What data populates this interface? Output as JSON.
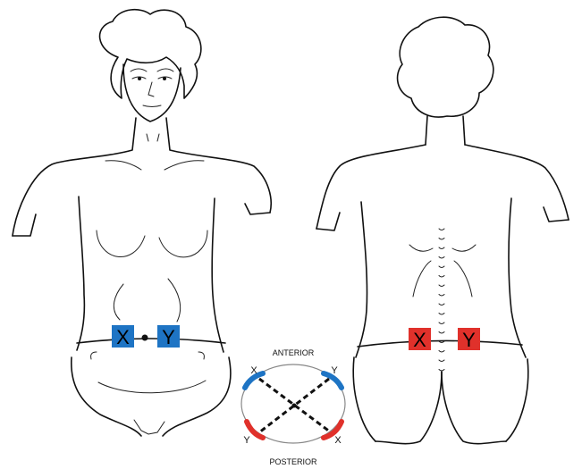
{
  "front_pads": {
    "left_label": "X",
    "right_label": "Y",
    "color": "#1e74c4"
  },
  "back_pads": {
    "left_label": "X",
    "right_label": "Y",
    "color": "#e0312b"
  },
  "cross_section": {
    "top_label": "ANTERIOR",
    "bottom_label": "POSTERIOR",
    "top_left": "X",
    "top_right": "Y",
    "bottom_left": "Y",
    "bottom_right": "X",
    "anterior_color": "#1e74c4",
    "posterior_color": "#e0312b"
  }
}
